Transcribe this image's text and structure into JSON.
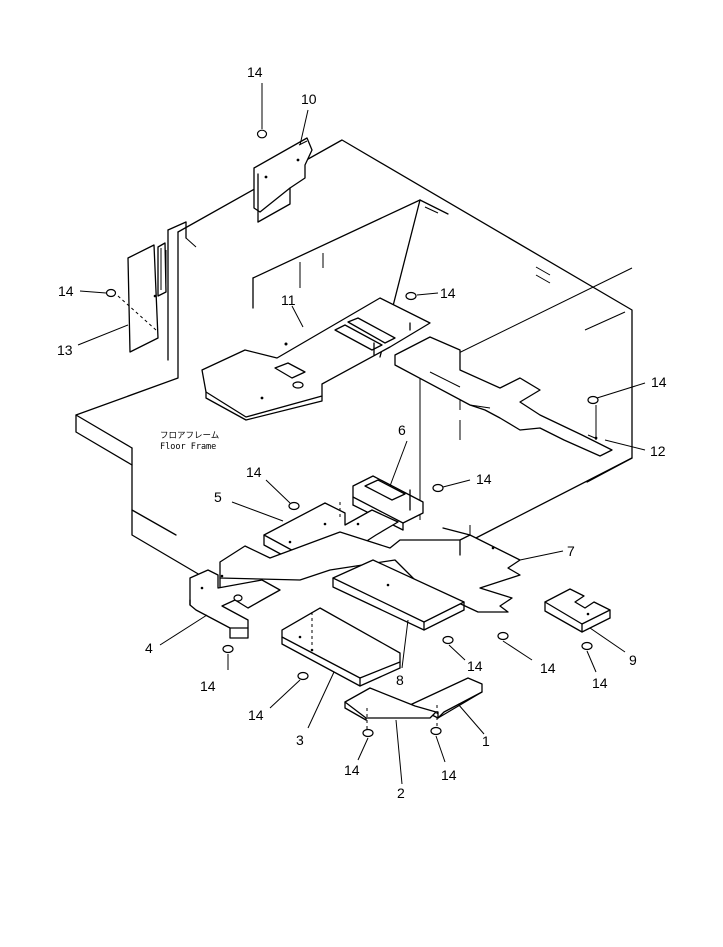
{
  "caption": {
    "jp": "フロアフレーム",
    "en": "Floor Frame"
  },
  "part_labels": {
    "p1": "1",
    "p2": "2",
    "p3": "3",
    "p4": "4",
    "p5": "5",
    "p6": "6",
    "p7": "7",
    "p8": "8",
    "p9": "9",
    "p10": "10",
    "p11": "11",
    "p12": "12",
    "p13": "13",
    "p14": "14"
  }
}
